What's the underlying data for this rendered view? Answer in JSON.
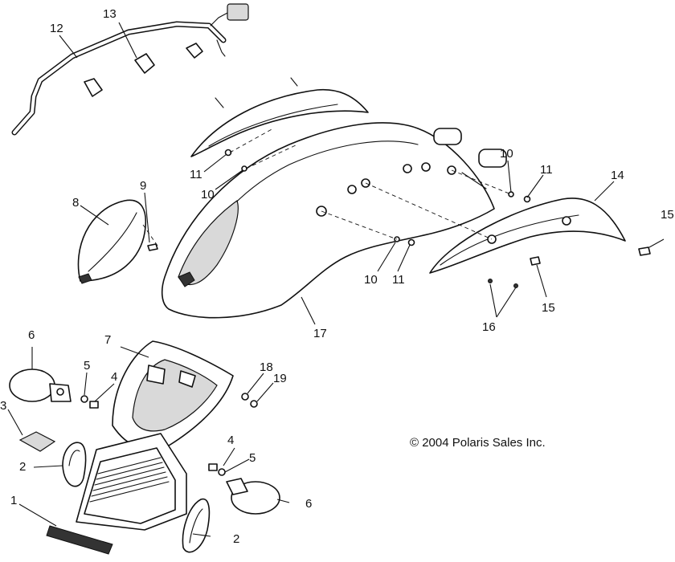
{
  "callouts": {
    "c1": "1",
    "c2a": "2",
    "c2b": "2",
    "c3": "3",
    "c4a": "4",
    "c4b": "4",
    "c5a": "5",
    "c5b": "5",
    "c6a": "6",
    "c6b": "6",
    "c7": "7",
    "c8": "8",
    "c9": "9",
    "c10a": "10",
    "c10b": "10",
    "c10c": "10",
    "c11a": "11",
    "c11b": "11",
    "c11c": "11",
    "c12": "12",
    "c13": "13",
    "c14": "14",
    "c15a": "15",
    "c15b": "15",
    "c16": "16",
    "c17": "17",
    "c18": "18",
    "c19": "19"
  },
  "copyright": "© 2004 Polaris Sales Inc."
}
